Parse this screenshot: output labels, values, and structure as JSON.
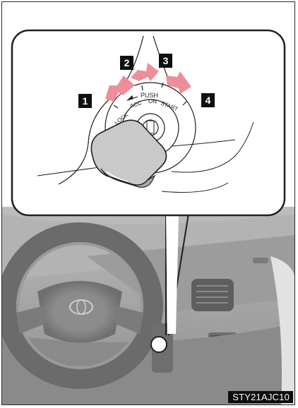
{
  "figure": {
    "callouts": [
      {
        "label": "1"
      },
      {
        "label": "2"
      },
      {
        "label": "3"
      },
      {
        "label": "4"
      }
    ],
    "switch_labels": {
      "push": "PUSH",
      "lock": "LOCK",
      "acc": "ACC",
      "on": "ON",
      "start": "START"
    },
    "caption": "STY21AJC10"
  },
  "colors": {
    "arrow": "#ee8d9c",
    "badge": "#0f0f0f",
    "frame": "#2a2a2a",
    "photo_bg": "#a9a9a9"
  }
}
